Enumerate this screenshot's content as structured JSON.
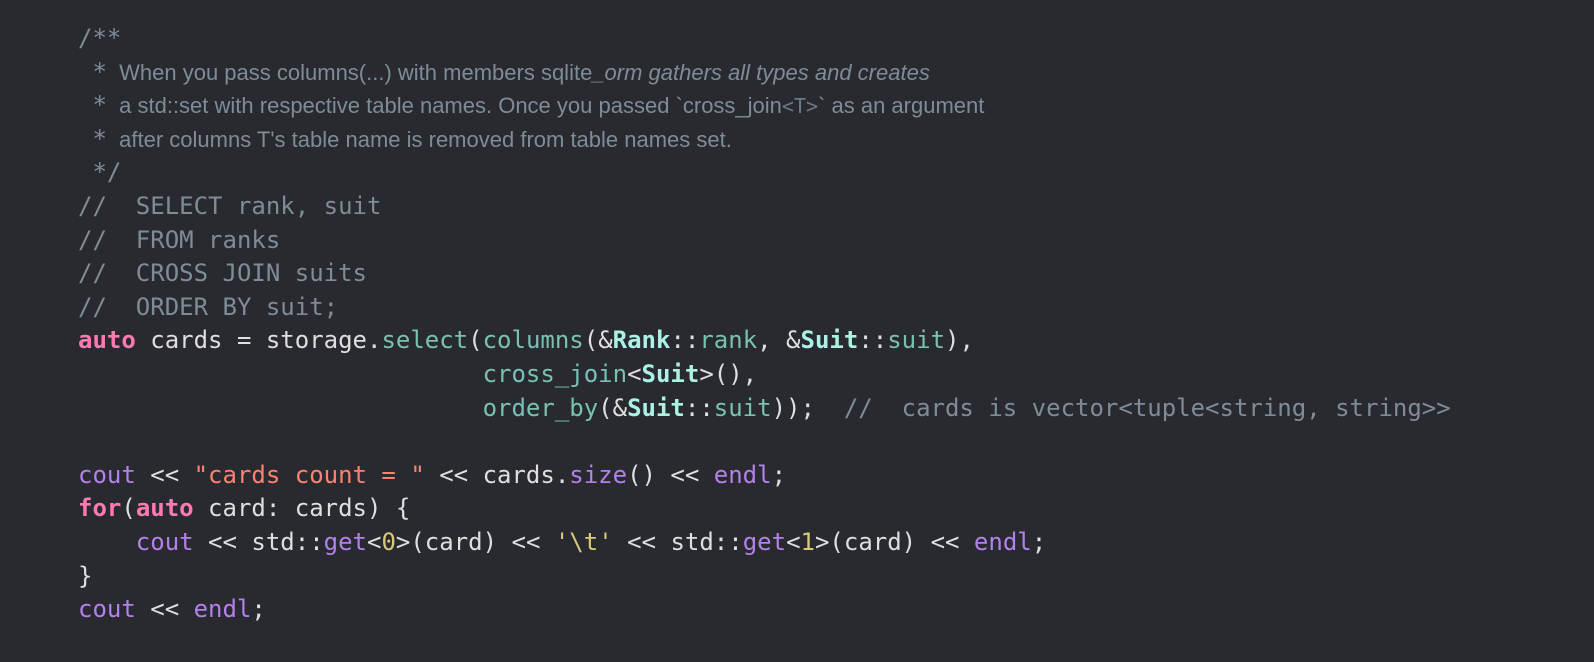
{
  "editor": {
    "theme_colors": {
      "background": "#292a30",
      "plain": "#dfdfe0",
      "comment": "#7f8c98",
      "keyword": "#ff7ab2",
      "function": "#78c2b3",
      "type": "#acf2e4",
      "library": "#b281eb",
      "string": "#ff8170",
      "char_number": "#d9c97c"
    },
    "doc_comment": {
      "open": "/**",
      "line1_star": " *",
      "line1_a": "When you pass columns(...) with members sqlite",
      "line1_b": "_orm gathers all types and creates",
      "line2_star": " *",
      "line2_a": "a std::set with respective table names. Once you passed `",
      "line2_b": "cross_join",
      "line2_c": "<T>",
      "line2_d": "` as an argument",
      "line3_star": " *",
      "line3": "after columns T's table name is removed from table names set.",
      "close": " */"
    },
    "sql_comments": [
      "//  SELECT rank, suit",
      "//  FROM ranks",
      "//  CROSS JOIN suits",
      "//  ORDER BY suit;"
    ],
    "select_stmt": {
      "kw_auto": "auto",
      "var": " cards = storage.",
      "fn_select": "select",
      "p1": "(",
      "fn_columns": "columns",
      "p2": "(&",
      "ty_rank": "Rank",
      "sep1": "::",
      "m_rank": "rank",
      "p3": ", &",
      "ty_suit": "Suit",
      "sep2": "::",
      "m_suit": "suit",
      "p4": "),",
      "indent": "                            ",
      "fn_cross_join": "cross_join",
      "lt": "<",
      "ty_suit2": "Suit",
      "gt": ">(),",
      "fn_order_by": "order_by",
      "p5": "(&",
      "ty_suit3": "Suit",
      "sep3": "::",
      "m_suit2": "suit",
      "p6": "));  ",
      "trailing_comment": "//  cards is vector<tuple<string, string>>"
    },
    "print_count": {
      "cout": "cout",
      "op1": " << ",
      "str": "\"cards count = \"",
      "op2": " << cards.",
      "fn_size": "size",
      "op3": "() << ",
      "endl": "endl",
      "semi": ";"
    },
    "for_loop": {
      "kw_for": "for",
      "p1": "(",
      "kw_auto": "auto",
      "rest": " card: cards) {",
      "indent": "    ",
      "cout": "cout",
      "op1": " << std::",
      "get1": "get",
      "lt1": "<",
      "n0": "0",
      "r1": ">(card) << ",
      "tab": "'\\t'",
      "op2": " << std::",
      "get2": "get",
      "lt2": "<",
      "n1": "1",
      "r2": ">(card) << ",
      "endl": "endl",
      "semi": ";",
      "close": "}"
    },
    "final_line": {
      "cout": "cout",
      "op": " << ",
      "endl": "endl",
      "semi": ";"
    }
  }
}
